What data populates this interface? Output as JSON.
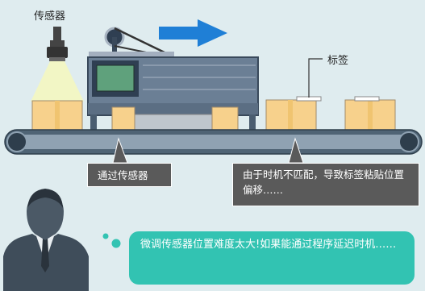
{
  "labels": {
    "sensor": "传感器",
    "label_tag": "标签"
  },
  "callouts": {
    "pass_sensor": "通过传感器",
    "timing_mismatch": "由于时机不匹配，导致标签粘贴位置偏移……"
  },
  "speech_bubble": {
    "text": "微调传感器位置难度太大!如果能通过程序延迟时机……"
  },
  "colors": {
    "background": "#dfecef",
    "machine_body": "#6b7f95",
    "conveyor": "#4f6475",
    "box": "#f7d18c",
    "arrow": "#1f7fd6",
    "bubble": "#32c3b2",
    "callout": "#5a5a5a"
  }
}
